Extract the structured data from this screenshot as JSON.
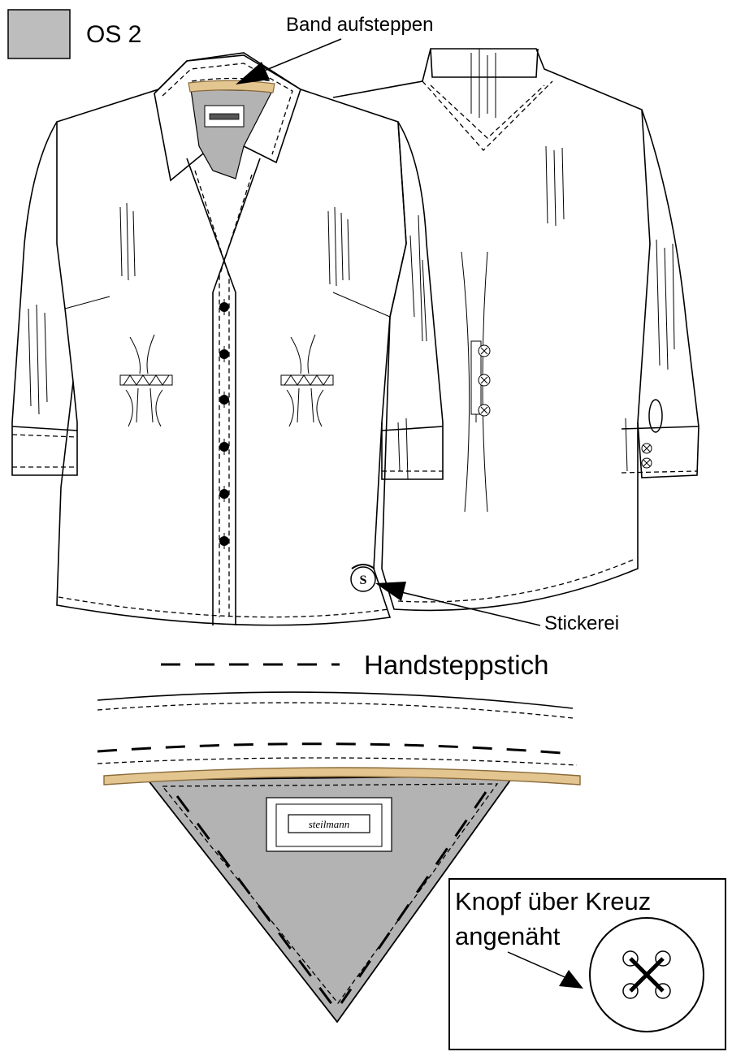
{
  "legend": {
    "swatch_color": "#bdbdbd",
    "label": "OS 2"
  },
  "callouts": {
    "band": "Band aufsteppen",
    "embroidery": "Stickerei",
    "handstitch": "Handsteppstich",
    "button_line1": "Knopf über Kreuz",
    "button_line2": "angenäht"
  },
  "label_brand": "steilmann",
  "embroidery_monogram": "S",
  "colors": {
    "lining": "#b3b3b3",
    "tape": "#e3c58f",
    "tape_edge": "#8a6a3a",
    "line": "#000000",
    "shirt": "#ffffff"
  }
}
